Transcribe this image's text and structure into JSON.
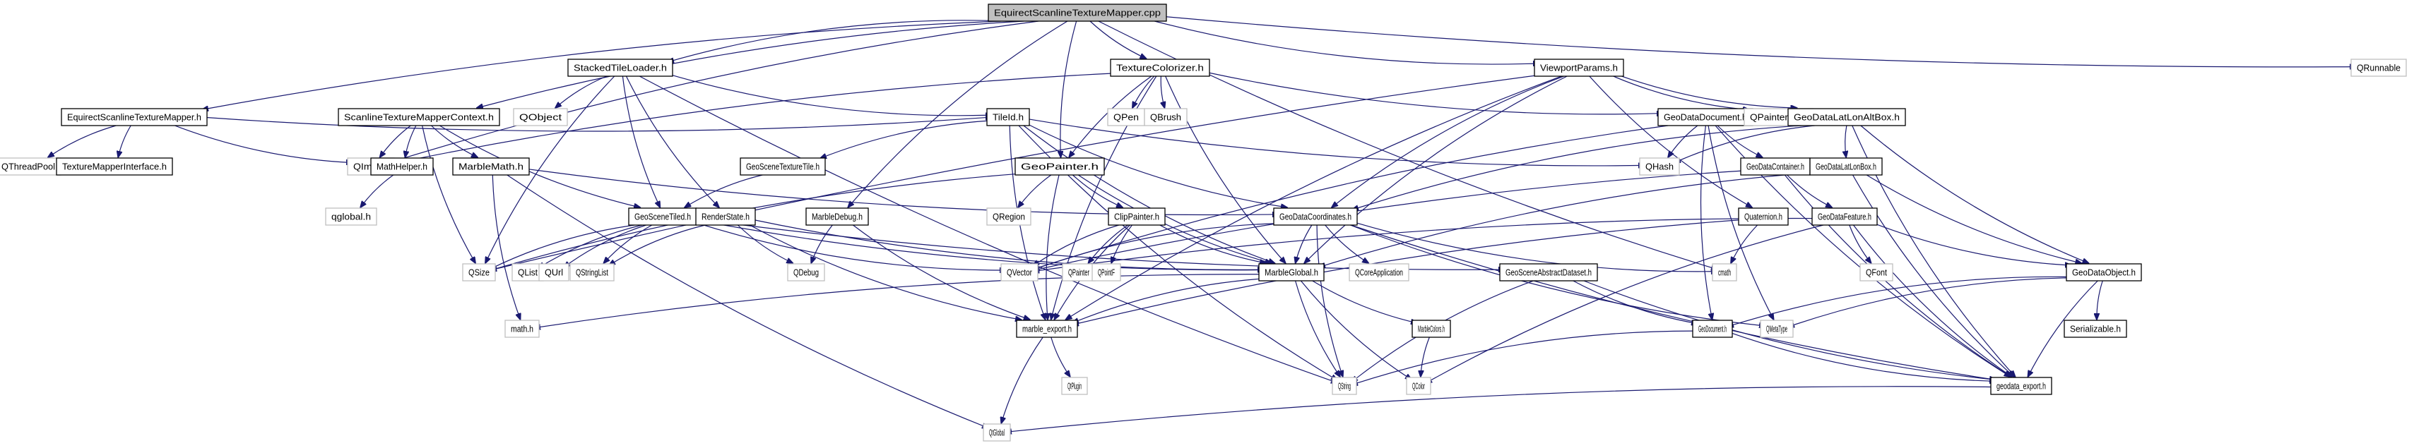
{
  "title": "EquirectScanlineTextureMapper.cpp",
  "colors": {
    "edge": "#191970",
    "root_fill": "#bfbfbf",
    "project_border": "#000000",
    "external_border": "#bfbfbf"
  },
  "nodes": [
    {
      "id": "root",
      "label": "EquirectScanlineTextureMapper.cpp",
      "kind": "root"
    },
    {
      "id": "eqh",
      "label": "EquirectScanlineTextureMapper.h",
      "kind": "project"
    },
    {
      "id": "stmc",
      "label": "ScanlineTextureMapperContext.h",
      "kind": "project"
    },
    {
      "id": "stl",
      "label": "StackedTileLoader.h",
      "kind": "project"
    },
    {
      "id": "qobject",
      "label": "QObject",
      "kind": "external"
    },
    {
      "id": "tc",
      "label": "TextureColorizer.h",
      "kind": "project"
    },
    {
      "id": "vp",
      "label": "ViewportParams.h",
      "kind": "project"
    },
    {
      "id": "qrunnable",
      "label": "QRunnable",
      "kind": "external"
    },
    {
      "id": "qthreadpool",
      "label": "QThreadPool",
      "kind": "external"
    },
    {
      "id": "tmi",
      "label": "TextureMapperInterface.h",
      "kind": "project"
    },
    {
      "id": "qimage",
      "label": "QImage",
      "kind": "external"
    },
    {
      "id": "mathhelper",
      "label": "MathHelper.h",
      "kind": "project"
    },
    {
      "id": "marblemath",
      "label": "MarbleMath.h",
      "kind": "project"
    },
    {
      "id": "tileid",
      "label": "TileId.h",
      "kind": "project"
    },
    {
      "id": "qpen",
      "label": "QPen",
      "kind": "external"
    },
    {
      "id": "qbrush",
      "label": "QBrush",
      "kind": "external"
    },
    {
      "id": "gdd",
      "label": "GeoDataDocument.h",
      "kind": "project"
    },
    {
      "id": "qpainterpath",
      "label": "QPainterPath",
      "kind": "external"
    },
    {
      "id": "gdllab",
      "label": "GeoDataLatLonAltBox.h",
      "kind": "project"
    },
    {
      "id": "gstt",
      "label": "GeoSceneTextureTile.h",
      "kind": "project"
    },
    {
      "id": "geopainter",
      "label": "GeoPainter.h",
      "kind": "project"
    },
    {
      "id": "qhash",
      "label": "QHash",
      "kind": "external"
    },
    {
      "id": "gdc",
      "label": "GeoDataContainer.h",
      "kind": "project"
    },
    {
      "id": "gdllb",
      "label": "GeoDataLatLonBox.h",
      "kind": "project"
    },
    {
      "id": "qglobalh",
      "label": "qglobal.h",
      "kind": "external"
    },
    {
      "id": "gst",
      "label": "GeoSceneTiled.h",
      "kind": "project"
    },
    {
      "id": "rs",
      "label": "RenderState.h",
      "kind": "project"
    },
    {
      "id": "md",
      "label": "MarbleDebug.h",
      "kind": "project"
    },
    {
      "id": "qregion",
      "label": "QRegion",
      "kind": "external"
    },
    {
      "id": "clip",
      "label": "ClipPainter.h",
      "kind": "project"
    },
    {
      "id": "gdcoord",
      "label": "GeoDataCoordinates.h",
      "kind": "project"
    },
    {
      "id": "quat",
      "label": "Quaternion.h",
      "kind": "project"
    },
    {
      "id": "gdf",
      "label": "GeoDataFeature.h",
      "kind": "project"
    },
    {
      "id": "qsize",
      "label": "QSize",
      "kind": "external"
    },
    {
      "id": "qlist",
      "label": "QList",
      "kind": "external"
    },
    {
      "id": "qurl",
      "label": "QUrl",
      "kind": "external"
    },
    {
      "id": "qstringlist",
      "label": "QStringList",
      "kind": "external"
    },
    {
      "id": "qdebug",
      "label": "QDebug",
      "kind": "external"
    },
    {
      "id": "qvector",
      "label": "QVector",
      "kind": "external"
    },
    {
      "id": "qpainter",
      "label": "QPainter",
      "kind": "external"
    },
    {
      "id": "qpointf",
      "label": "QPointF",
      "kind": "external"
    },
    {
      "id": "mg",
      "label": "MarbleGlobal.h",
      "kind": "project"
    },
    {
      "id": "qcoreapp",
      "label": "QCoreApplication",
      "kind": "external"
    },
    {
      "id": "gsad",
      "label": "GeoSceneAbstractDataset.h",
      "kind": "project"
    },
    {
      "id": "cmath",
      "label": "cmath",
      "kind": "external"
    },
    {
      "id": "qfont",
      "label": "QFont",
      "kind": "external"
    },
    {
      "id": "gdo",
      "label": "GeoDataObject.h",
      "kind": "project"
    },
    {
      "id": "mathh",
      "label": "math.h",
      "kind": "external"
    },
    {
      "id": "me",
      "label": "marble_export.h",
      "kind": "project"
    },
    {
      "id": "mc",
      "label": "MarbleColors.h",
      "kind": "project"
    },
    {
      "id": "gdoc",
      "label": "GeoDocument.h",
      "kind": "project"
    },
    {
      "id": "qmetatype",
      "label": "QMetaType",
      "kind": "external"
    },
    {
      "id": "serializable",
      "label": "Serializable.h",
      "kind": "project"
    },
    {
      "id": "qtplugin",
      "label": "QtPlugin",
      "kind": "external"
    },
    {
      "id": "qstring",
      "label": "QString",
      "kind": "external"
    },
    {
      "id": "qcolor",
      "label": "QColor",
      "kind": "external"
    },
    {
      "id": "gde",
      "label": "geodata_export.h",
      "kind": "project"
    },
    {
      "id": "qtglobal",
      "label": "QtGlobal",
      "kind": "external"
    }
  ],
  "edges": [
    [
      "root",
      "eqh"
    ],
    [
      "root",
      "stmc"
    ],
    [
      "root",
      "stl"
    ],
    [
      "root",
      "tc"
    ],
    [
      "root",
      "vp"
    ],
    [
      "root",
      "qrunnable"
    ],
    [
      "root",
      "geopainter"
    ],
    [
      "root",
      "md"
    ],
    [
      "root",
      "cmath"
    ],
    [
      "root",
      "qimage"
    ],
    [
      "eqh",
      "qthreadpool"
    ],
    [
      "eqh",
      "tmi"
    ],
    [
      "eqh",
      "qimage"
    ],
    [
      "eqh",
      "tileid"
    ],
    [
      "stmc",
      "qimage"
    ],
    [
      "stmc",
      "mathhelper"
    ],
    [
      "stmc",
      "marblemath"
    ],
    [
      "stmc",
      "gst"
    ],
    [
      "stmc",
      "qsize"
    ],
    [
      "stl",
      "qobject"
    ],
    [
      "stl",
      "tileid"
    ],
    [
      "stl",
      "gst"
    ],
    [
      "stl",
      "rs"
    ],
    [
      "stl",
      "qsize"
    ],
    [
      "stl",
      "qstring"
    ],
    [
      "tc",
      "qpen"
    ],
    [
      "tc",
      "qbrush"
    ],
    [
      "tc",
      "gdd"
    ],
    [
      "tc",
      "geopainter"
    ],
    [
      "tc",
      "mg"
    ],
    [
      "tc",
      "qimage"
    ],
    [
      "tc",
      "me"
    ],
    [
      "vp",
      "gdllab"
    ],
    [
      "vp",
      "qpainterpath"
    ],
    [
      "vp",
      "mg"
    ],
    [
      "vp",
      "me"
    ],
    [
      "vp",
      "quat"
    ],
    [
      "vp",
      "gdcoord"
    ],
    [
      "vp",
      "qsize"
    ],
    [
      "mathhelper",
      "qglobalh"
    ],
    [
      "marblemath",
      "mathh"
    ],
    [
      "marblemath",
      "qtglobal"
    ],
    [
      "marblemath",
      "gdcoord"
    ],
    [
      "tileid",
      "gstt"
    ],
    [
      "tileid",
      "gdcoord"
    ],
    [
      "tileid",
      "qhash"
    ],
    [
      "tileid",
      "me"
    ],
    [
      "tileid",
      "qstring"
    ],
    [
      "tileid",
      "mg"
    ],
    [
      "gstt",
      "gst"
    ],
    [
      "gdd",
      "gdc"
    ],
    [
      "gdd",
      "qhash"
    ],
    [
      "gdd",
      "gdoc"
    ],
    [
      "gdd",
      "qmetatype"
    ],
    [
      "gdd",
      "qvector"
    ],
    [
      "gdd",
      "gde"
    ],
    [
      "gdllab",
      "gdllb"
    ],
    [
      "gdllab",
      "gdo"
    ],
    [
      "gdllab",
      "gdcoord"
    ],
    [
      "gdllab",
      "gde"
    ],
    [
      "gdllab",
      "qhash"
    ],
    [
      "geopainter",
      "clip"
    ],
    [
      "geopainter",
      "qregion"
    ],
    [
      "geopainter",
      "mg"
    ],
    [
      "geopainter",
      "me"
    ],
    [
      "geopainter",
      "qsize"
    ],
    [
      "gdc",
      "gdf"
    ],
    [
      "gdc",
      "qvector"
    ],
    [
      "gdc",
      "gde"
    ],
    [
      "gdllb",
      "gdo"
    ],
    [
      "gdllb",
      "gde"
    ],
    [
      "gdllb",
      "mg"
    ],
    [
      "gst",
      "qsize"
    ],
    [
      "gst",
      "qlist"
    ],
    [
      "gst",
      "qurl"
    ],
    [
      "gst",
      "qstringlist"
    ],
    [
      "gst",
      "qvector"
    ],
    [
      "gst",
      "gsad"
    ],
    [
      "gst",
      "mg"
    ],
    [
      "rs",
      "qstringlist"
    ],
    [
      "rs",
      "qdebug"
    ],
    [
      "rs",
      "me"
    ],
    [
      "rs",
      "mg"
    ],
    [
      "md",
      "qdebug"
    ],
    [
      "md",
      "me"
    ],
    [
      "clip",
      "qpainter"
    ],
    [
      "clip",
      "qpointf"
    ],
    [
      "clip",
      "mg"
    ],
    [
      "clip",
      "qvector"
    ],
    [
      "clip",
      "me"
    ],
    [
      "gdcoord",
      "qcoreapp"
    ],
    [
      "gdcoord",
      "qvector"
    ],
    [
      "gdcoord",
      "mg"
    ],
    [
      "gdcoord",
      "qmetatype"
    ],
    [
      "gdcoord",
      "gde"
    ],
    [
      "gdcoord",
      "qstring"
    ],
    [
      "gdcoord",
      "cmath"
    ],
    [
      "quat",
      "cmath"
    ],
    [
      "quat",
      "me"
    ],
    [
      "gdf",
      "qfont"
    ],
    [
      "gdf",
      "gdo"
    ],
    [
      "gdf",
      "gde"
    ],
    [
      "gdf",
      "qcolor"
    ],
    [
      "gdf",
      "qvector"
    ],
    [
      "mg",
      "me"
    ],
    [
      "mg",
      "mc"
    ],
    [
      "mg",
      "qstring"
    ],
    [
      "mg",
      "qcolor"
    ],
    [
      "mg",
      "mathh"
    ],
    [
      "gsad",
      "gdoc"
    ],
    [
      "gsad",
      "qstring"
    ],
    [
      "gsad",
      "gde"
    ],
    [
      "gdo",
      "serializable"
    ],
    [
      "gdo",
      "gde"
    ],
    [
      "gdo",
      "gdoc"
    ],
    [
      "gdo",
      "qmetatype"
    ],
    [
      "me",
      "qtplugin"
    ],
    [
      "me",
      "qtglobal"
    ],
    [
      "mc",
      "qcolor"
    ],
    [
      "gdoc",
      "qstring"
    ],
    [
      "gdoc",
      "gde"
    ],
    [
      "gde",
      "qtglobal"
    ]
  ]
}
